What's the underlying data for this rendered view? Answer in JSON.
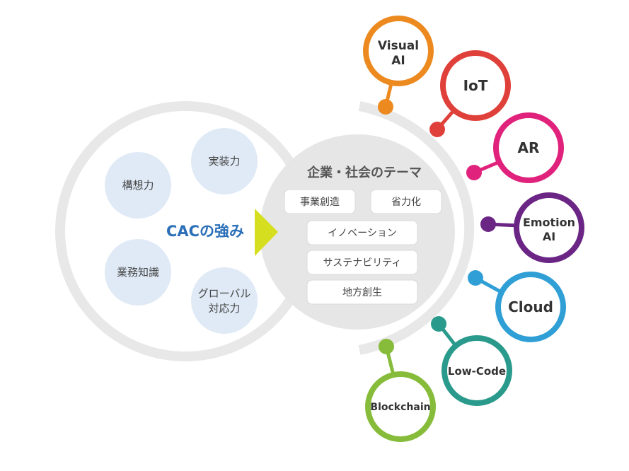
{
  "strengths": {
    "center_label": "CACの強み",
    "items": [
      {
        "lines": [
          "構想力"
        ]
      },
      {
        "lines": [
          "実装力"
        ]
      },
      {
        "lines": [
          "業務知識"
        ]
      },
      {
        "lines": [
          "グローバル",
          "対応力"
        ]
      }
    ]
  },
  "themes": {
    "title": "企業・社会のテーマ",
    "tags": [
      "事業創造",
      "省力化",
      "イノベーション",
      "サステナビリティ",
      "地方創生"
    ]
  },
  "technologies": [
    {
      "lines": [
        "Visual",
        "AI"
      ],
      "color": "#ec8a1f"
    },
    {
      "lines": [
        "IoT"
      ],
      "color": "#e0403a"
    },
    {
      "lines": [
        "AR"
      ],
      "color": "#e0227c"
    },
    {
      "lines": [
        "Emotion",
        "AI"
      ],
      "color": "#6a2585"
    },
    {
      "lines": [
        "Cloud"
      ],
      "color": "#2f9fd6"
    },
    {
      "lines": [
        "Low-Code"
      ],
      "color": "#2a9a8c"
    },
    {
      "lines": [
        "Blockchain"
      ],
      "color": "#86bc3a"
    }
  ],
  "colors": {
    "ring": "#e8e8e8",
    "strength_bubble": "#dfeaf6",
    "theme_circle": "#e6e6e6",
    "arrow": "#d6df1f",
    "cac_text": "#2a6fb8"
  }
}
